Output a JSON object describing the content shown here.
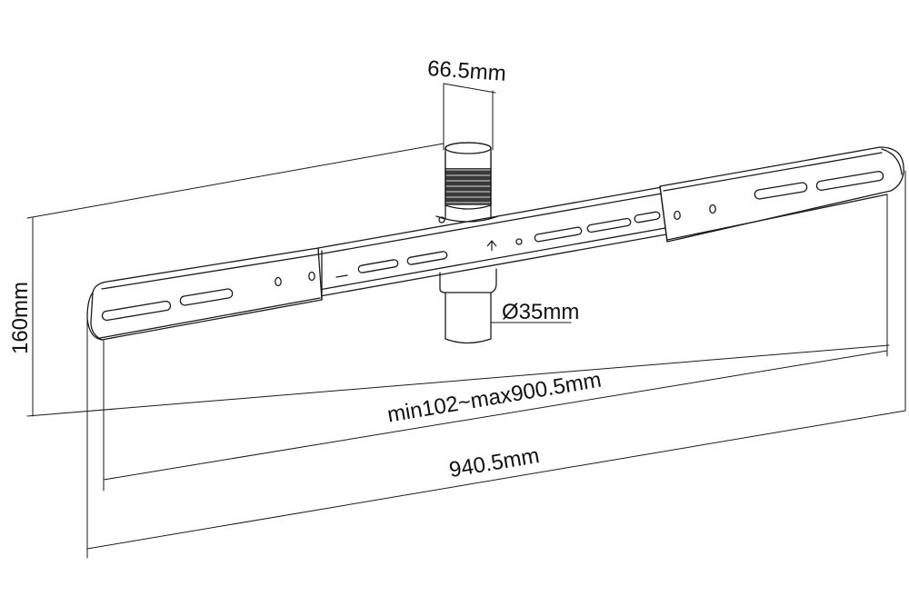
{
  "colors": {
    "line": "#1a1a1a",
    "background": "#ffffff",
    "grip_dark": "#2e2e2e",
    "grip_light": "#9a9a9a"
  },
  "dimensions": {
    "pole_width": "66.5mm",
    "height": "160mm",
    "pole_diameter": "Ø35mm",
    "adjustable_range": "min102~max900.5mm",
    "overall_length": "940.5mm"
  },
  "icons": [
    "up-arrow-icon"
  ]
}
